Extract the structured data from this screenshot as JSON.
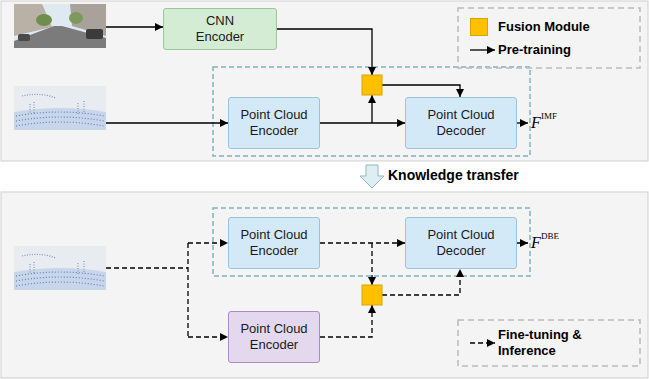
{
  "diagram": {
    "nodes": [
      {
        "text": [
          "CNN Encoder"
        ]
      },
      {
        "text": [
          "Point Cloud Encoder"
        ]
      },
      {
        "text": [
          "Point Cloud Decoder"
        ]
      },
      {
        "text": [
          "Point Cloud Encoder"
        ]
      },
      {
        "text": [
          "Point Cloud Decoder"
        ]
      },
      {
        "text": [
          "Point Cloud Encoder"
        ]
      }
    ],
    "edges": [
      {
        "from": 0,
        "to": 2,
        "arrow": "to"
      },
      {
        "from": 1,
        "to": 2,
        "arrow": "to"
      },
      {
        "from": 3,
        "to": 4,
        "arrow": "to"
      },
      {
        "from": 5,
        "to": 4,
        "arrow": "to"
      }
    ],
    "labels": [
      "Knowledge transfer",
      "F",
      "IMF",
      "F",
      "DBE"
    ],
    "legend": [
      {
        "text": "Fusion Module",
        "color": "#ffc000"
      },
      {
        "text": "Pre-training"
      },
      {
        "text": "Fine-tuning & Inference"
      }
    ]
  }
}
